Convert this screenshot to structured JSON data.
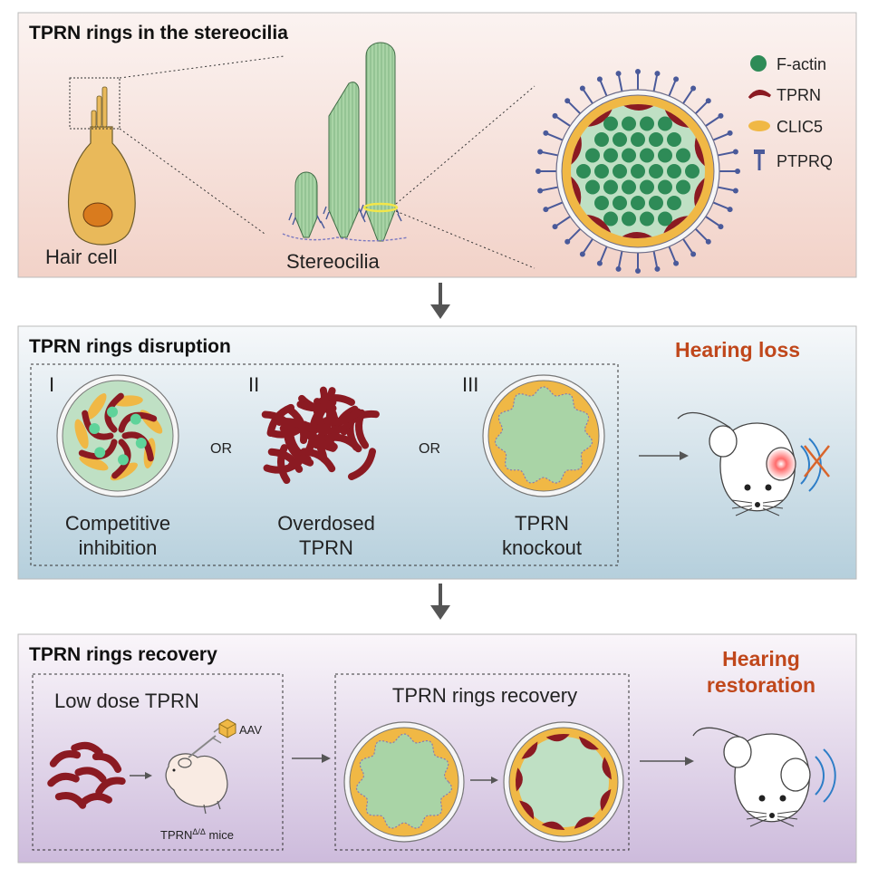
{
  "colors": {
    "factin": "#2e8b57",
    "tprn": "#8b1a22",
    "clic5": "#f0b845",
    "ptprq": "#4a5a9a",
    "accent": "#c0471b",
    "stereocilia": "#a9d4a6",
    "cell_body": "#e9b95a"
  },
  "panel1": {
    "title": "TPRN rings in the stereocilia",
    "hair_cell_label": "Hair cell",
    "stereocilia_label": "Stereocilia",
    "legend": [
      {
        "label": "F-actin",
        "icon": "green-circle-icon"
      },
      {
        "label": "TPRN",
        "icon": "red-crescent-icon"
      },
      {
        "label": "CLIC5",
        "icon": "yellow-ellipse-icon"
      },
      {
        "label": "PTPRQ",
        "icon": "blue-pin-icon"
      }
    ]
  },
  "panel2": {
    "title": "TPRN rings disruption",
    "outcome": "Hearing loss",
    "numerals": [
      "I",
      "II",
      "III"
    ],
    "or_label": "OR",
    "captions": [
      [
        "Competitive",
        "inhibition"
      ],
      [
        "Overdosed",
        "TPRN"
      ],
      [
        "TPRN",
        "knockout"
      ]
    ]
  },
  "panel3": {
    "title": "TPRN rings recovery",
    "box1_title": "Low dose TPRN",
    "aav_label": "AAV",
    "mice_label_prefix": "TPRN",
    "mice_label_sup": "Δ/Δ",
    "mice_label_suffix": " mice",
    "box2_title": "TPRN rings recovery",
    "outcome": [
      "Hearing",
      "restoration"
    ]
  }
}
